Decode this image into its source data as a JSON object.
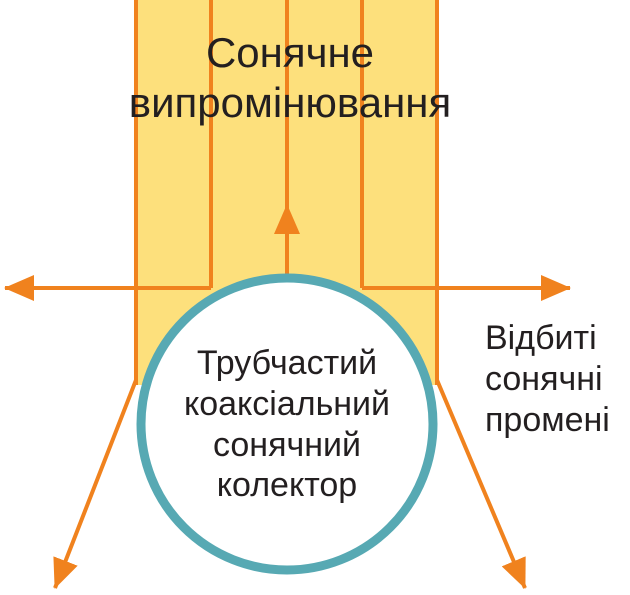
{
  "title_lines": [
    "Сонячне",
    "випромінювання"
  ],
  "collector_lines": [
    "Трубчастий",
    "коаксіальний",
    "сонячний",
    "колектор"
  ],
  "reflected_lines": [
    "Відбиті",
    "сонячні",
    "промені"
  ],
  "colors": {
    "band": "#fde07c",
    "arrow": "#f0821e",
    "circle": "#57a9b3",
    "text": "#231f20"
  }
}
